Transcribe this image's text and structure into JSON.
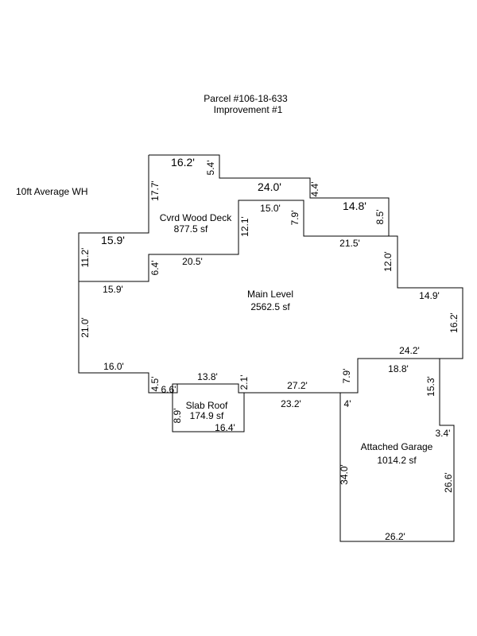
{
  "header": {
    "parcel": "Parcel #106-18-633",
    "improvement": "Improvement #1"
  },
  "note": "10ft Average WH",
  "areas": {
    "deck": {
      "name": "Cvrd Wood Deck",
      "area": "877.5 sf"
    },
    "main": {
      "name": "Main Level",
      "area": "2562.5 sf"
    },
    "slab": {
      "name": "Slab Roof",
      "area": "174.9 sf"
    },
    "garage": {
      "name": "Attached Garage",
      "area": "1014.2 sf"
    }
  },
  "dims": {
    "top_16_2": "16.2'",
    "v_5_4": "5.4'",
    "top_24_0": "24.0'",
    "v_4_4": "4.4'",
    "top_14_8": "14.8'",
    "v_8_5": "8.5'",
    "v_17_7": "17.7'",
    "deck_15_0": "15.0'",
    "v_7_9_deck": "7.9'",
    "v_12_1": "12.1'",
    "deck_21_5": "21.5'",
    "left_15_9_top": "15.9'",
    "v_11_2": "11.2'",
    "v_6_4": "6.4'",
    "deck_20_5": "20.5'",
    "v_12_0": "12.0'",
    "left_15_9_bottom": "15.9'",
    "right_14_9": "14.9'",
    "v_21_0": "21.0'",
    "v_16_2": "16.2'",
    "h_24_2": "24.2'",
    "h_18_8": "18.8'",
    "h_16_0": "16.0'",
    "h_13_8": "13.8'",
    "v_4_5": "4.5'",
    "h_6_6": "6.6'",
    "v_2_1": "2.1'",
    "h_27_2": "27.2'",
    "v_7_9_main": "7.9'",
    "v_15_3": "15.3'",
    "h_23_2": "23.2'",
    "h_4": "4'",
    "v_8_9": "8.9'",
    "h_16_4": "16.4'",
    "h_3_4": "3.4'",
    "v_34_0": "34.0'",
    "v_26_6": "26.6'",
    "h_26_2": "26.2'"
  }
}
